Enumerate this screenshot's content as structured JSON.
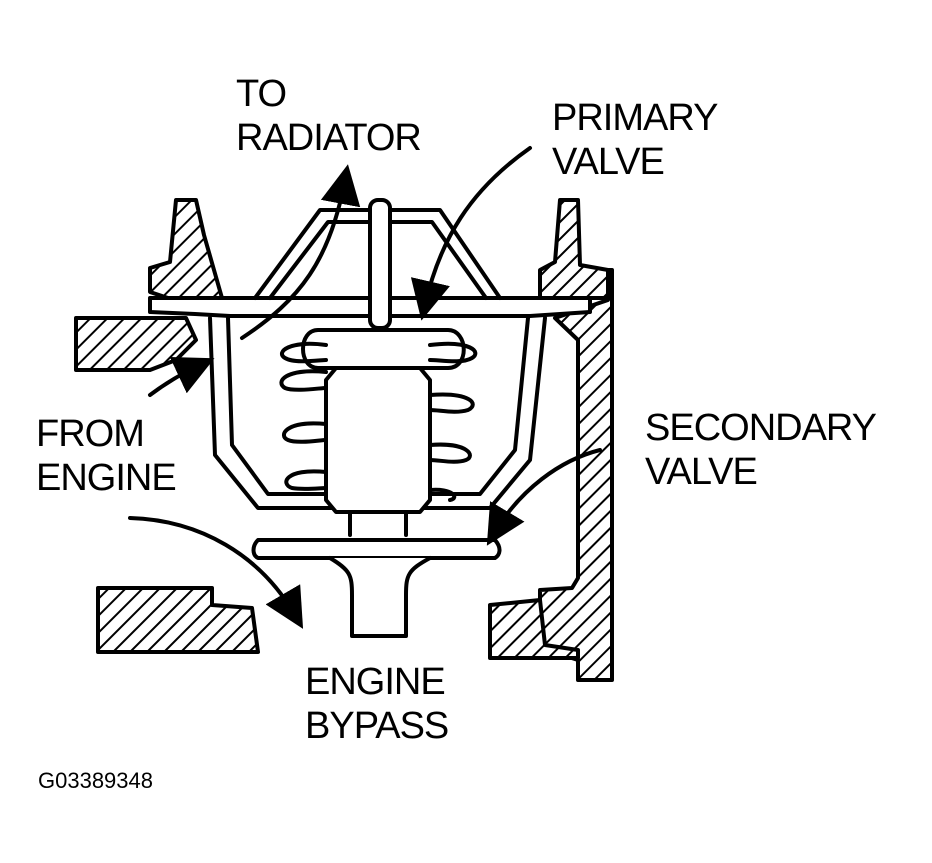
{
  "labels": {
    "to_radiator": [
      "TO",
      "RADIATOR"
    ],
    "primary_valve": [
      "PRIMARY",
      "VALVE"
    ],
    "from_engine": [
      "FROM",
      "ENGINE"
    ],
    "secondary_valve": [
      "SECONDARY",
      "VALVE"
    ],
    "engine_bypass": [
      "ENGINE",
      "BYPASS"
    ]
  },
  "figure_code": "G03389348",
  "colors": {
    "ink": "#000000",
    "paper": "#ffffff"
  }
}
